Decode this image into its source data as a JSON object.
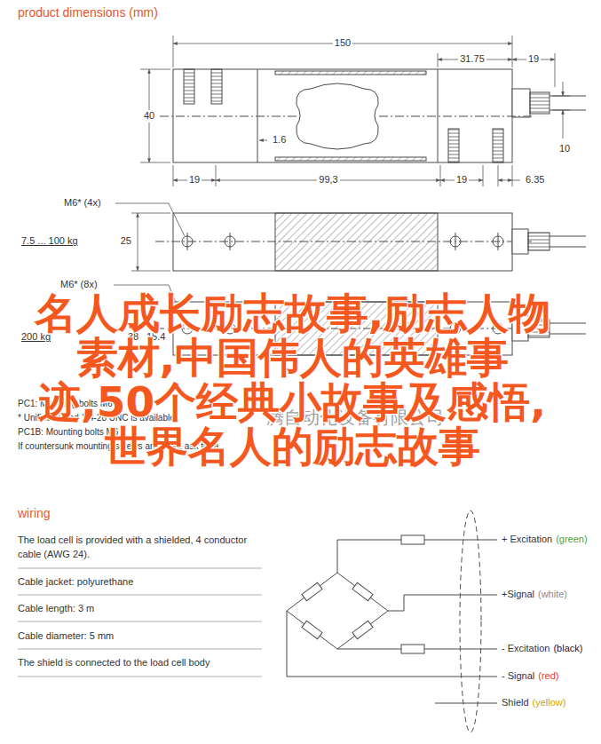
{
  "diagram": {
    "labels": [
      "product dimensions (mm)",
      "150",
      "31.75",
      "19",
      "40",
      "1.6",
      "10",
      "19",
      "99,3",
      "19",
      "6.35",
      "M6* (4x)",
      "7.5 ... 100 kg",
      "25",
      "M6* (8x)",
      "200 kg",
      "38",
      "15.4",
      "PC1: Mounting bolts M6",
      "* Unified thread 1/4-28 UNC is available",
      "PC1B: Mounting bolts M6",
      "If countersunk mounting screws are used, ask for a",
      "腾自动化设备有限公司",
      "名人成长励志故事,励志人物素材,中国伟人的英雄事迹,50个经典小故事及感悟,世界名人的励志故事",
      "wiring",
      "The load cell is provided with a shielded, 4 conductor cable (AWG 24).",
      "Cable jacket: polyurethane",
      "Cable length: 3 m",
      "Cable diameter: 5 mm",
      "The shield is connected to the load cell body",
      "+ Excitation",
      "(green)",
      "+Signal",
      "(white)",
      "- Excitation",
      "(black)",
      "- Signal",
      "(red)",
      "Shield",
      "(yellow)"
    ]
  }
}
